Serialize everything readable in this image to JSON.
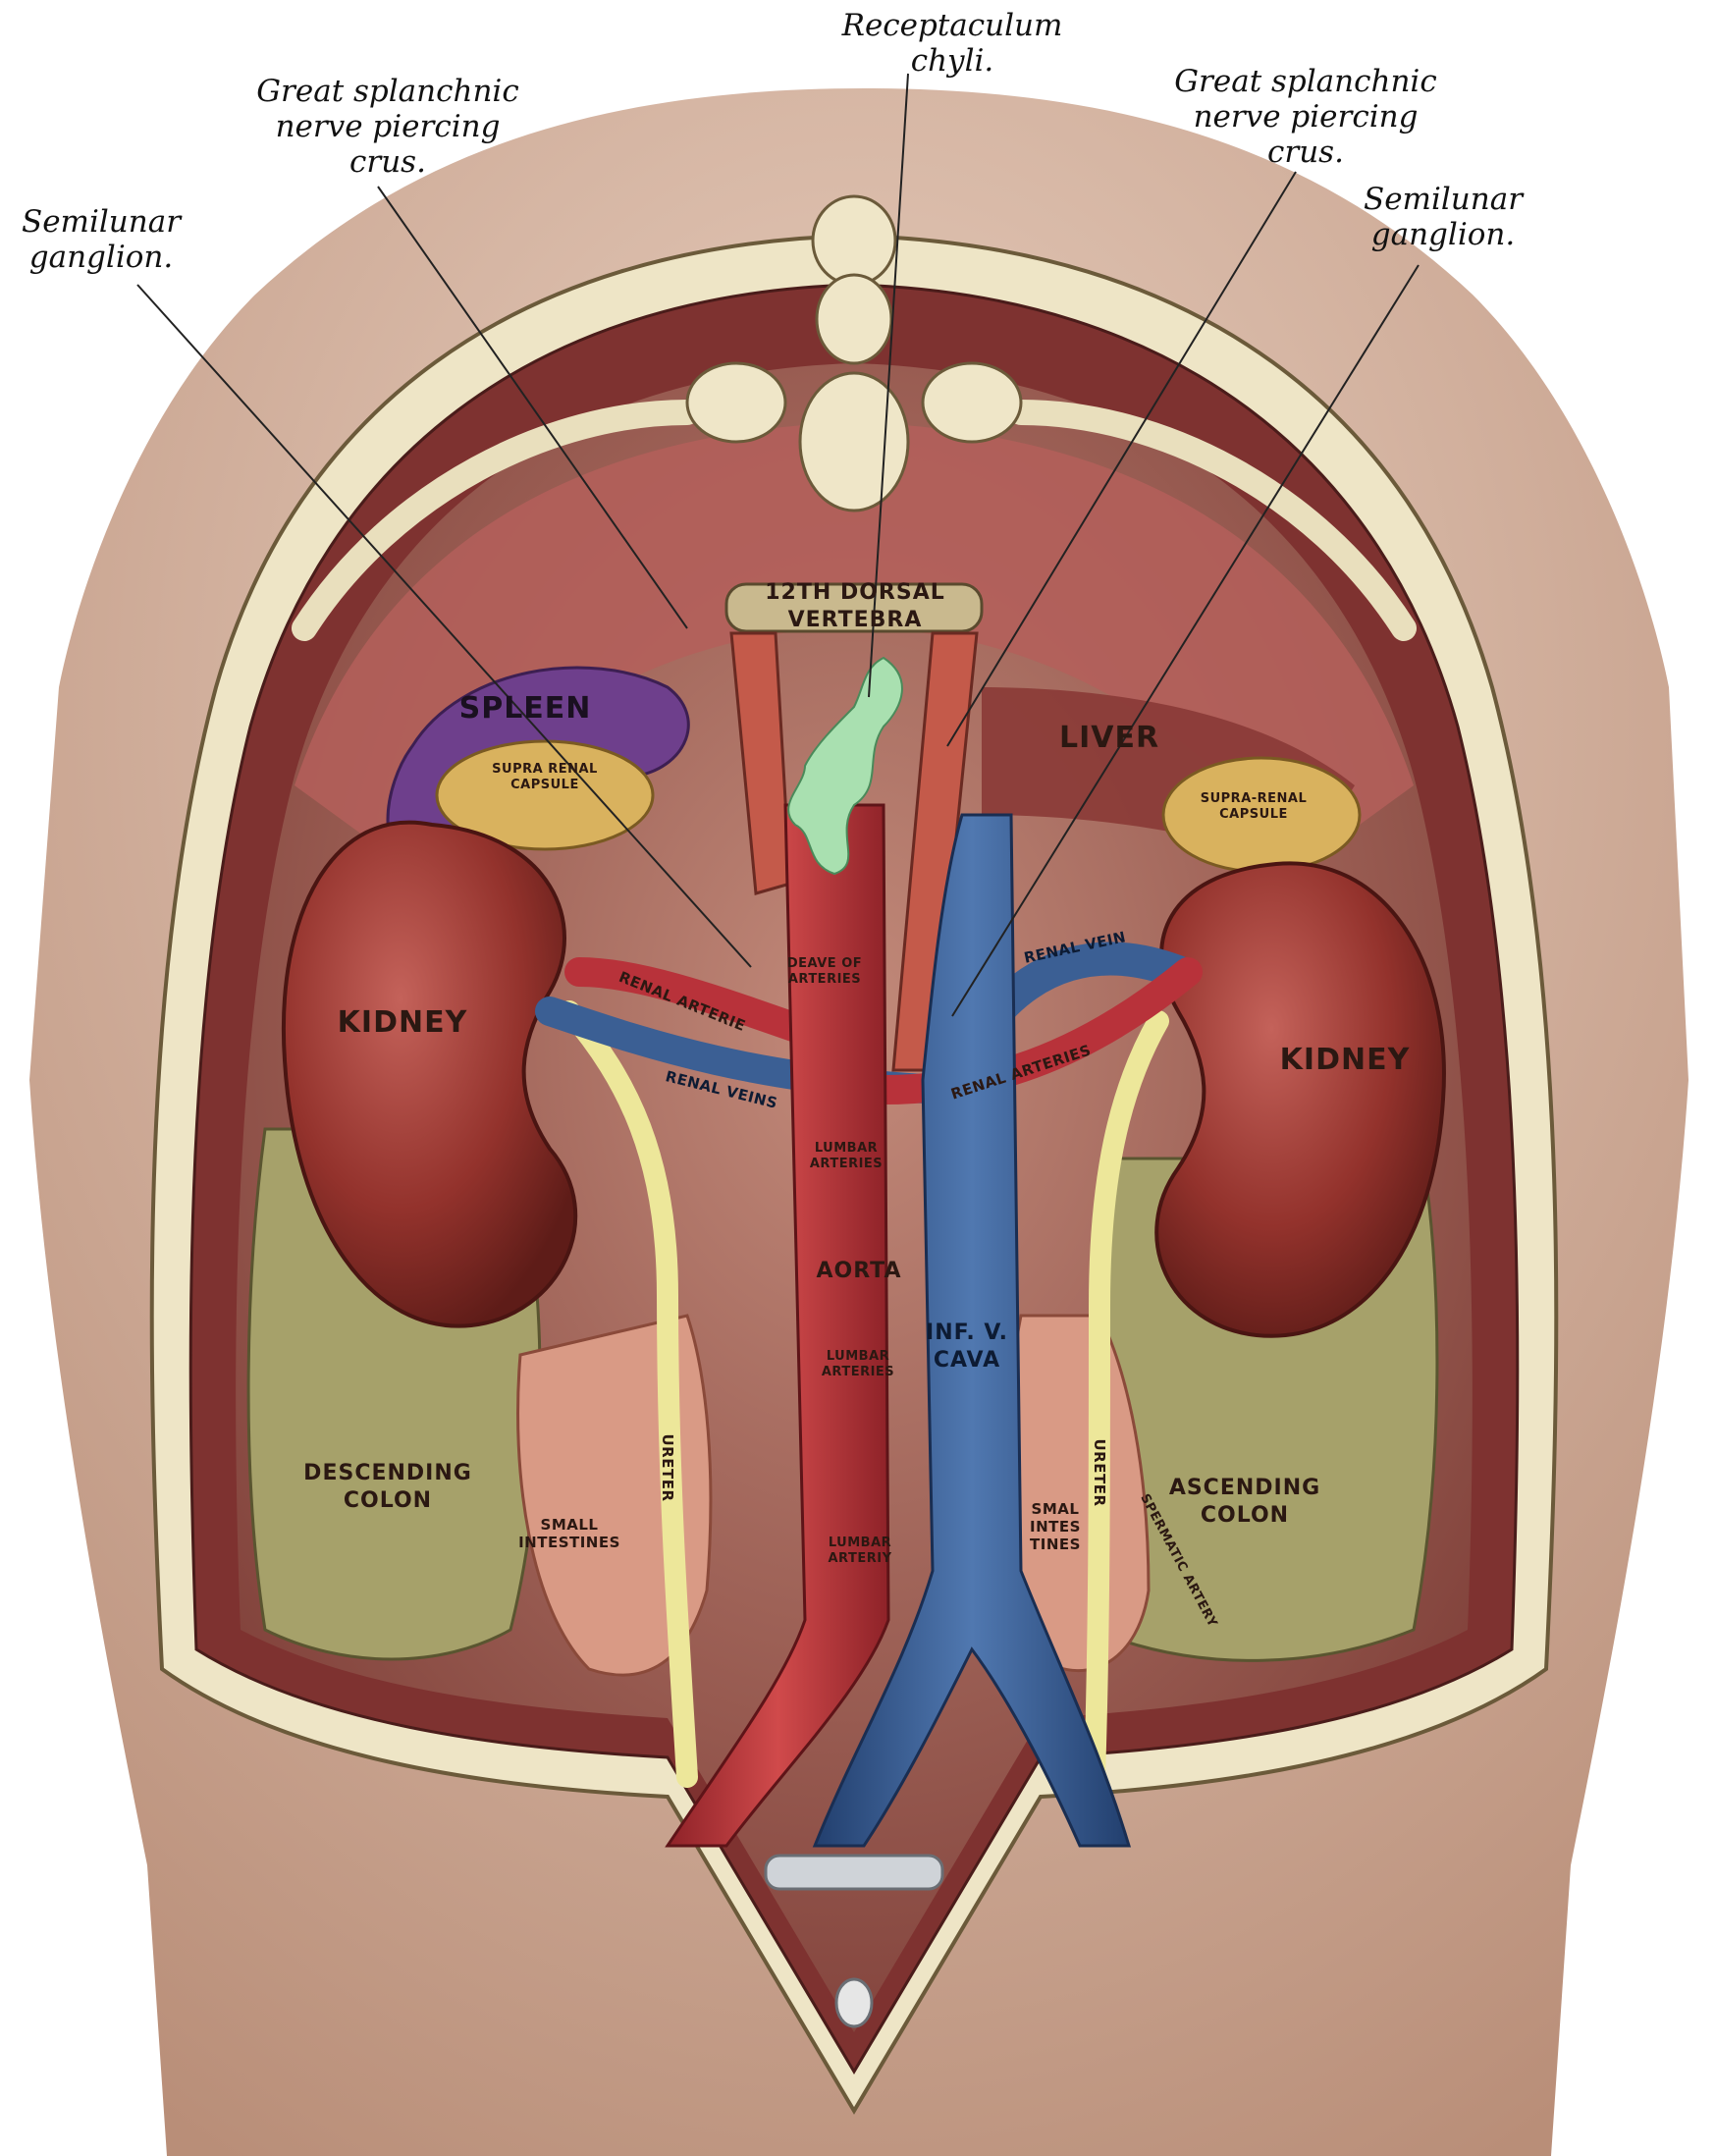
{
  "callouts": {
    "semilunar_left": "Semilunar\nganglion.",
    "splanchnic_left": "Great splanchnic\nnerve piercing\ncrus.",
    "receptaculum": "Receptaculum\nchyli.",
    "splanchnic_right": "Great splanchnic\nnerve piercing\ncrus.",
    "semilunar_right": "Semilunar\nganglion."
  },
  "labels": {
    "vertebra": "12TH DORSAL\nVERTEBRA",
    "spleen": "SPLEEN",
    "supra_renal_left": "SUPRA RENAL\nCAPSULE",
    "liver": "LIVER",
    "supra_renal_right": "SUPRA-RENAL\nCAPSULE",
    "kidney_left": "KIDNEY",
    "kidney_right": "KIDNEY",
    "renal_arterie": "RENAL ARTERIE",
    "renal_veins": "RENAL VEINS",
    "renal_vein": "RENAL VEIN",
    "renal_arteries": "RENAL ARTERIES",
    "celiac": "DEAVE OF\nARTERIES",
    "lumbar_1": "LUMBAR\nARTERIES",
    "aorta": "AORTA",
    "inf_v_cava": "INF. V.\nCAVA",
    "lumbar_2": "LUMBAR\nARTERIES",
    "lumbar_3": "LUMBAR\nARTERIY",
    "descending_colon": "DESCENDING\nCOLON",
    "ascending_colon": "ASCENDING\nCOLON",
    "small_intestines_left": "SMALL\nINTESTINES",
    "small_intestines_right": "SMAL\nINTES\nTINES",
    "ureter_left": "URETER",
    "ureter_right": "URETER",
    "spermatic_artery": "SPERMATIC ARTERY"
  },
  "colors": {
    "skin": "#c9a48a",
    "muscle": "#8a3a38",
    "bone": "#ece3c4",
    "kidney": "#8e2f2a",
    "aorta": "#c0353a",
    "vena_cava": "#3b5f94",
    "spleen": "#6e3f8c",
    "adrenal": "#d9b25e",
    "colon": "#a6a16a",
    "intestine": "#d99a85",
    "ureter": "#ede79a",
    "chyle": "#a9e0b0"
  }
}
